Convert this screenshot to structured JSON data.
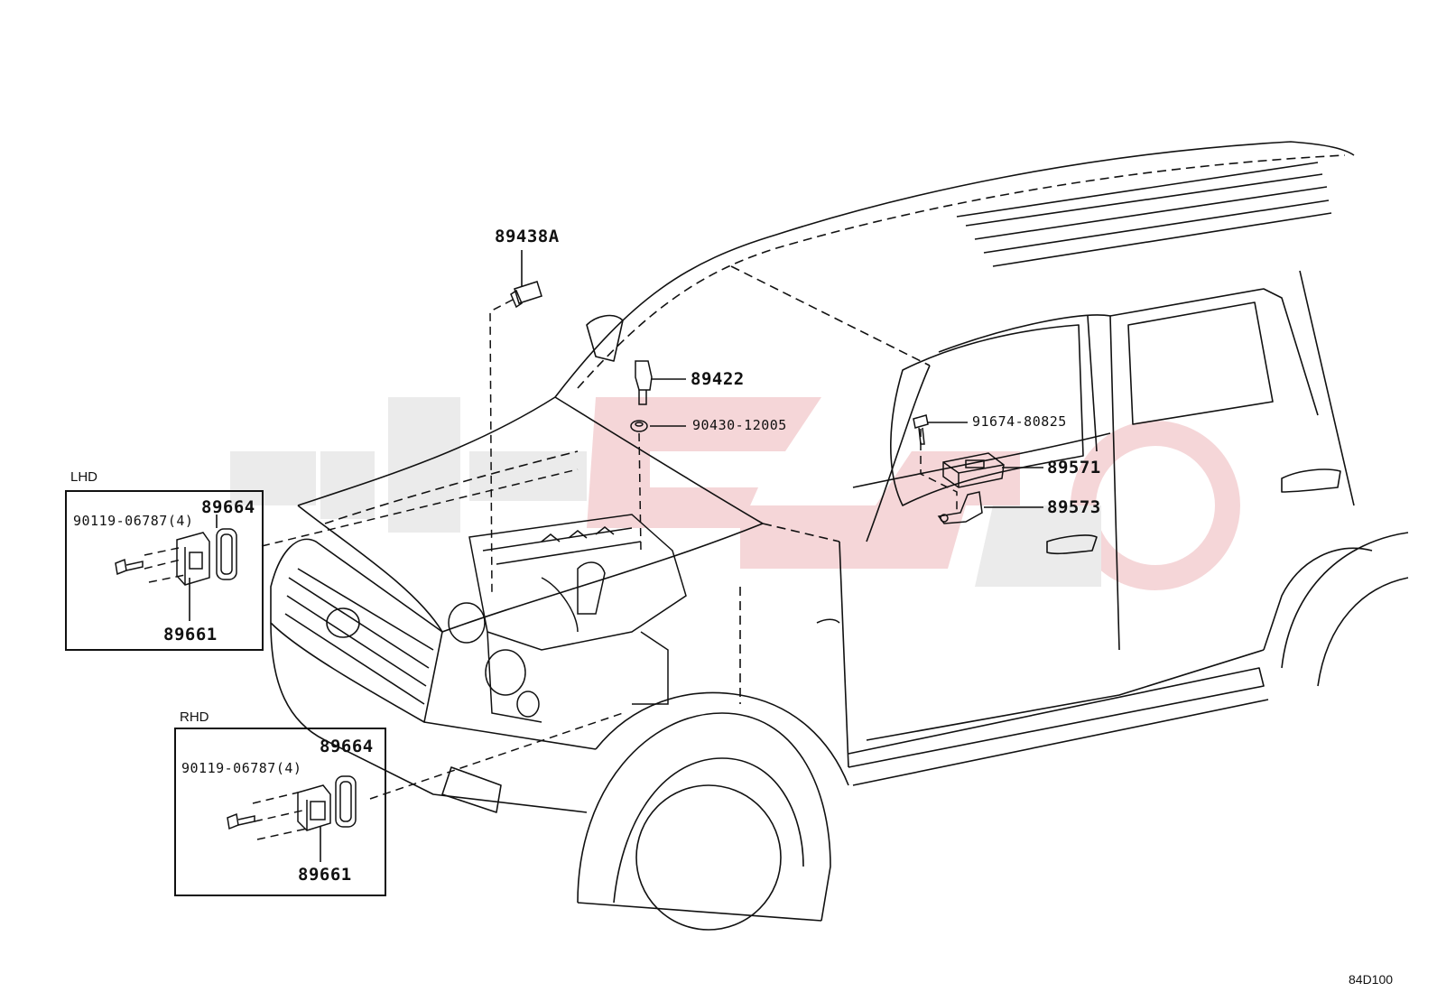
{
  "labels": {
    "p89438A": "89438A",
    "p89422": "89422",
    "p90430": "90430-12005",
    "p91674": "91674-80825",
    "p89571": "89571",
    "p89573": "89573",
    "lhd_bolt": "90119-06787(4)",
    "lhd_89664": "89664",
    "lhd_89661": "89661",
    "rhd_bolt": "90119-06787(4)",
    "rhd_89664": "89664",
    "rhd_89661": "89661"
  },
  "sections": {
    "lhd": "LHD",
    "rhd": "RHD"
  },
  "page_code": "84D100",
  "colors": {
    "line": "#111111",
    "watermark_gray": "#e9e9e9",
    "watermark_red": "#f4d2d4"
  }
}
